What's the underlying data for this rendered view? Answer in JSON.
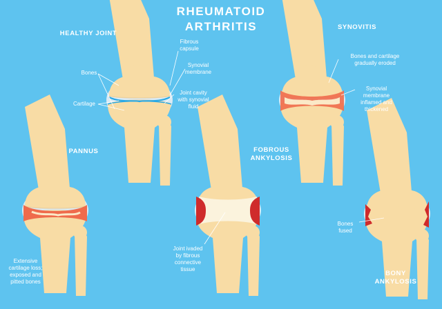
{
  "title": {
    "line1": "RHEUMATOID",
    "line2": "ARTHRITIS"
  },
  "stages": {
    "healthy": {
      "heading": "HEALTHY JOINT"
    },
    "synovitis": {
      "heading": "SYNOVITIS"
    },
    "pannus": {
      "heading": "PANNUS"
    },
    "fibrous": {
      "heading_line1": "FOBROUS",
      "heading_line2": "ANKYLOSIS"
    },
    "bony": {
      "heading_line1": "BONY",
      "heading_line2": "ANKYLOSIS"
    }
  },
  "labels": {
    "bones": "Bones",
    "cartilage": "Cartilage",
    "fibrous_capsule": [
      "Fibrous",
      "capsule"
    ],
    "synovial_membrane": [
      "Synovial",
      "membrane"
    ],
    "joint_cavity": [
      "Joint cavity",
      "with synovial",
      "fluid"
    ],
    "eroded": [
      "Bones and cartilage",
      "gradually eroded"
    ],
    "inflamed": [
      "Synovial",
      "membrane",
      "inflamed and",
      "thickened"
    ],
    "cartilage_loss": [
      "Extensive",
      "cartilage loss;",
      "exposed and",
      "pitted bones"
    ],
    "fibrous_tissue": [
      "Joint ivaded",
      "by fibrous",
      "connective",
      "tissue"
    ],
    "bones_fused": [
      "Bones",
      "fused"
    ]
  },
  "colors": {
    "background": "#5ec3ef",
    "bone": "#f8dca5",
    "bone_outline": "#ead0a0",
    "capsule": "#e9eef3",
    "synovial_fluid": "#29a9e6",
    "inflamed": "#ef6b4c",
    "inflamed_dark": "#cf2b2b",
    "fibrous_tissue": "#fbf3dd"
  }
}
